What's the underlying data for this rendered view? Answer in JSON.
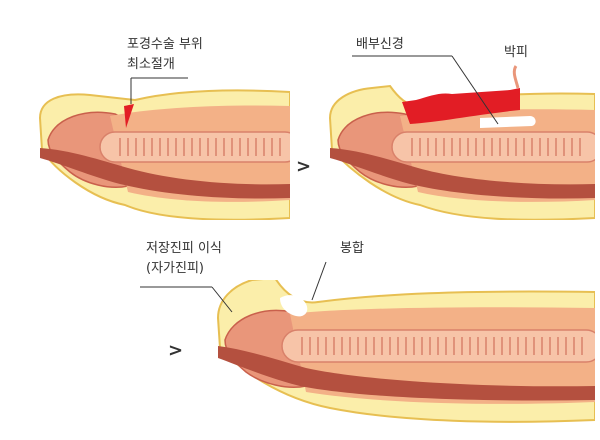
{
  "colors": {
    "skin_light": "#fbeeaa",
    "skin_outline": "#e7bf52",
    "glans": "#e9967a",
    "glans_dark": "#c9604c",
    "shaft_band": "#b4503f",
    "urethra": "#f7c4a8",
    "urethra_line": "#d9816a",
    "nerve_red": "#e21d25",
    "white_graft": "#ffffff",
    "line": "#333333"
  },
  "panels": [
    {
      "labels": [
        "포경수술 부위",
        "최소절개"
      ]
    },
    {
      "labels": [
        "배부신경",
        "박피"
      ]
    },
    {
      "labels": [
        "저장진피 이식",
        "(자가진피)",
        "봉합"
      ]
    }
  ],
  "step_arrows": [
    ">",
    ">"
  ]
}
